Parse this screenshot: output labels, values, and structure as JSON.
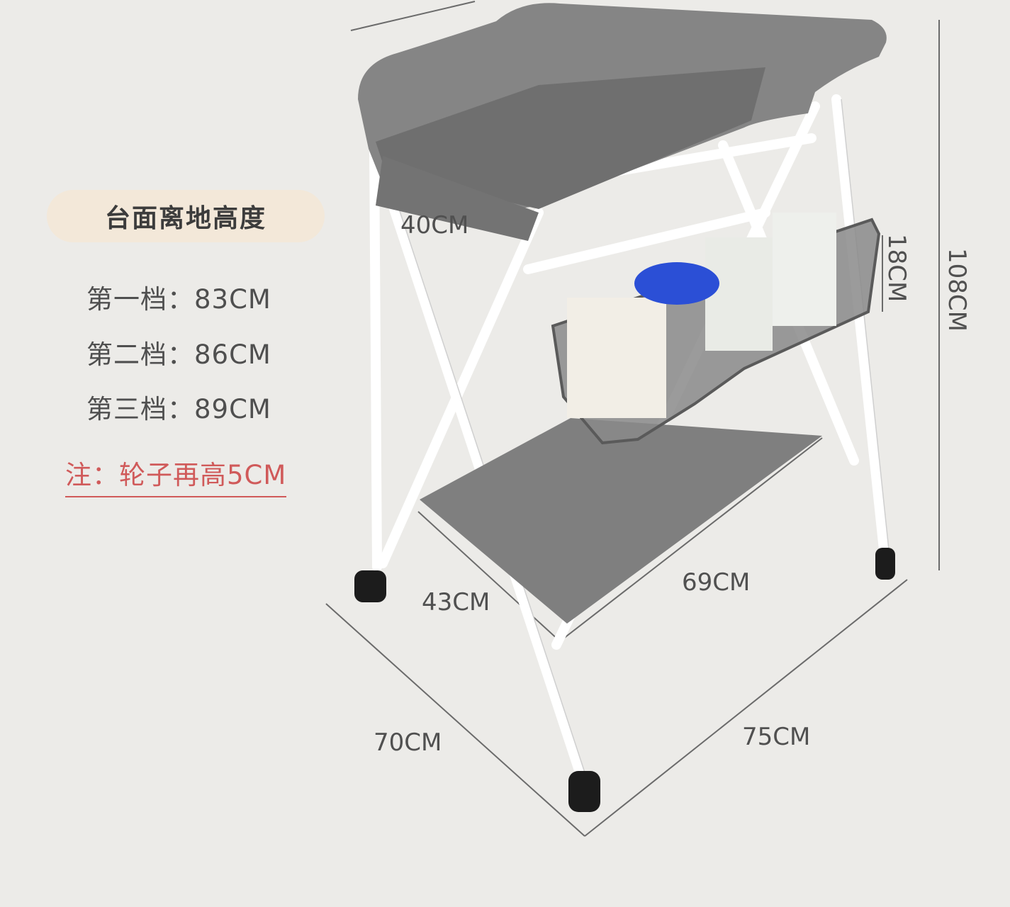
{
  "title_label": "台面离地高度",
  "levels": [
    {
      "label": "第一档：83CM"
    },
    {
      "label": "第二档：86CM"
    },
    {
      "label": "第三档：89CM"
    }
  ],
  "note": "注：轮子再高5CM",
  "dimensions": {
    "top_width": "40CM",
    "basket_height": "18CM",
    "total_height": "108CM",
    "shelf_depth": "43CM",
    "shelf_length": "69CM",
    "base_depth": "70CM",
    "base_length": "75CM"
  },
  "colors": {
    "background": "#ecebe8",
    "fabric": "#7d7d7d",
    "frame": "#ffffff",
    "note": "#d05a5a",
    "pill": "#f3e8d9"
  }
}
